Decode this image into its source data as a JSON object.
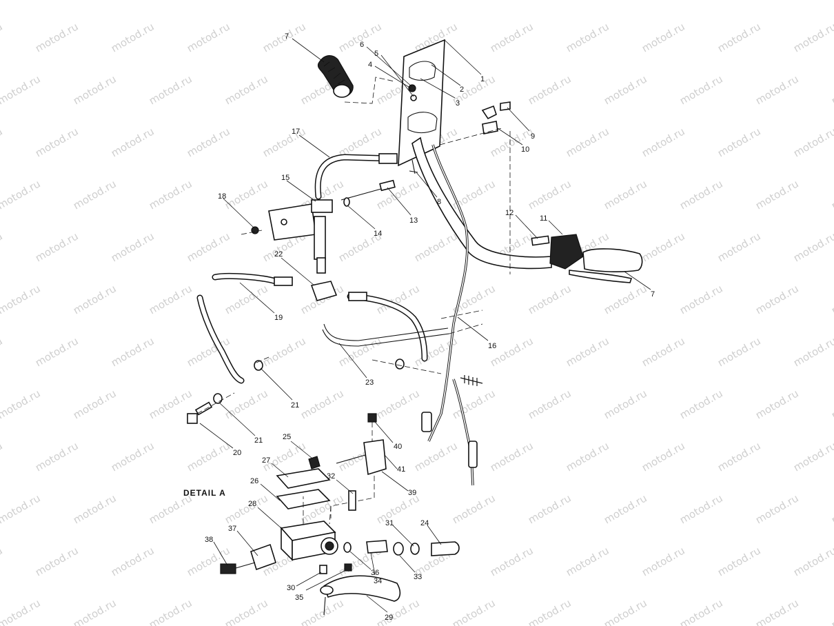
{
  "watermark": "motod.ru",
  "detail_label": "DETAIL A",
  "callouts": [
    "1",
    "2",
    "3",
    "4",
    "5",
    "6",
    "7",
    "7",
    "8",
    "9",
    "10",
    "11",
    "12",
    "13",
    "14",
    "15",
    "16",
    "17",
    "18",
    "19",
    "20",
    "21",
    "21",
    "22",
    "23",
    "24",
    "25",
    "26",
    "27",
    "28",
    "29",
    "30",
    "31",
    "32",
    "33",
    "34",
    "35",
    "36",
    "37",
    "38",
    "39",
    "40",
    "41"
  ]
}
